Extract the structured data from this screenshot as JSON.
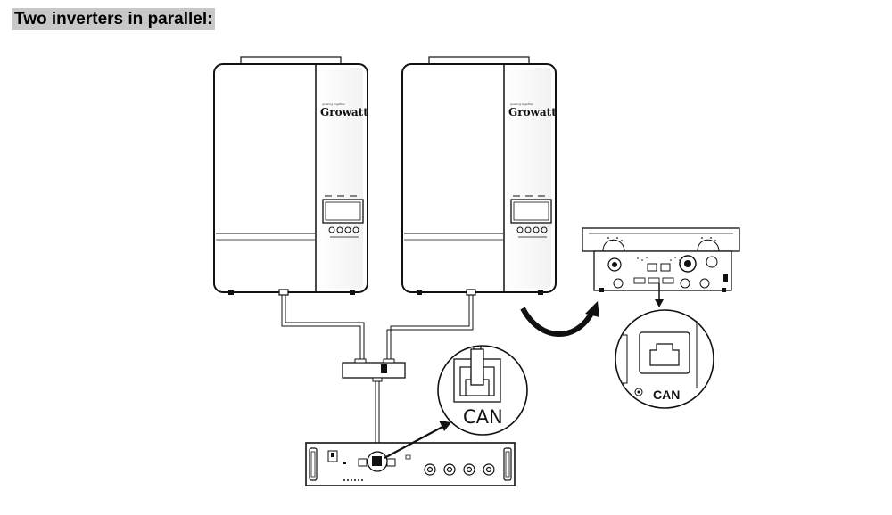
{
  "title": "Two inverters in parallel:",
  "inverter_brand": "Growatt",
  "inverter_brand_tagline": "growing together",
  "callout_label_left": "CAN",
  "callout_label_right": "CAN"
}
